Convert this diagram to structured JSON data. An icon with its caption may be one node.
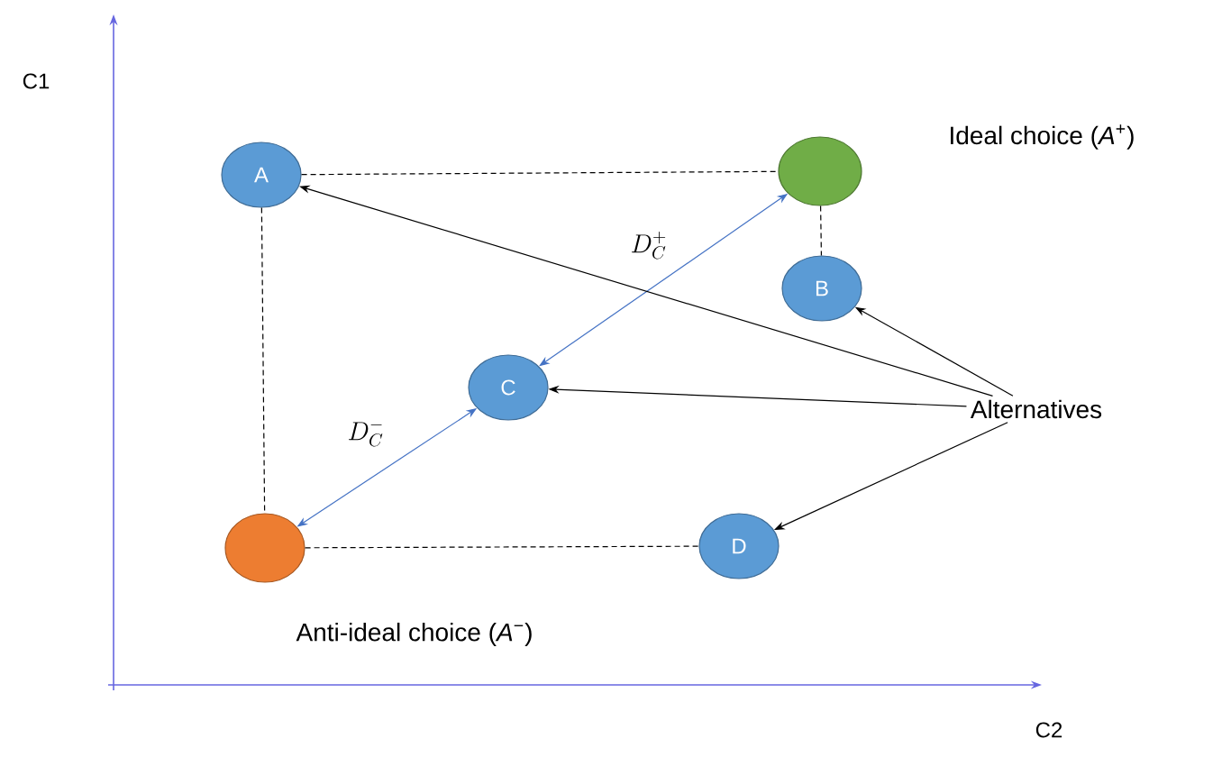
{
  "diagram": {
    "nodes": [
      {
        "text": [
          "A"
        ]
      },
      {
        "text": [],
        "shape": "circle",
        "beside": [
          "Ideal choice (*A*$^{+}$)"
        ]
      },
      {
        "text": [
          "B"
        ]
      },
      {
        "text": [
          "C"
        ]
      },
      {
        "text": [],
        "shape": "circle",
        "beside": [
          "Anti-ideal choice (*A*$^{−}$)"
        ]
      },
      {
        "text": [
          "D"
        ]
      },
      {
        "text": [
          "Alternatives"
        ]
      }
    ],
    "edges": [
      {
        "from": 0,
        "to": 1,
        "arrow": "none",
        "style": "dashed"
      },
      {
        "from": 0,
        "to": 4,
        "arrow": "none",
        "style": "dashed"
      },
      {
        "from": 1,
        "to": 2,
        "arrow": "none",
        "style": "dashed"
      },
      {
        "from": 4,
        "to": 5,
        "arrow": "none",
        "style": "dashed"
      },
      {
        "from": 3,
        "to": 1,
        "arrow": "both",
        "color": "#4472c4",
        "label": "D_C^+"
      },
      {
        "from": 4,
        "to": 3,
        "arrow": "both",
        "color": "#4472c4",
        "label": "D_C^-"
      },
      {
        "from": 6,
        "to": 0,
        "arrow": "to"
      },
      {
        "from": 6,
        "to": 2,
        "arrow": "to"
      },
      {
        "from": 6,
        "to": 3,
        "arrow": "to"
      },
      {
        "from": 6,
        "to": 5,
        "arrow": "to"
      }
    ],
    "labels": [
      "C1",
      "C2"
    ]
  }
}
